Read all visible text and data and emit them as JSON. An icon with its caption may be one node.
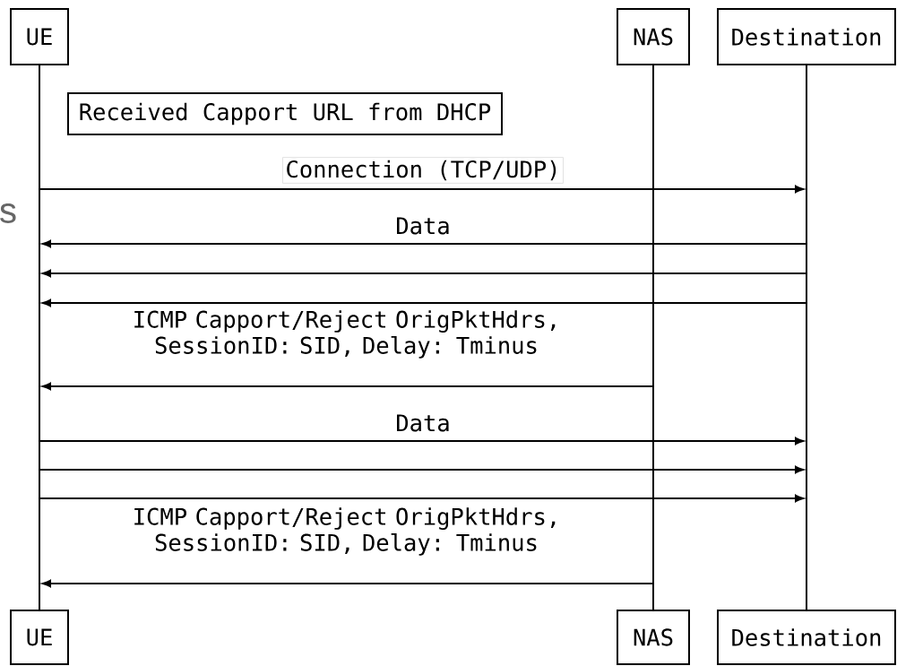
{
  "diagram": {
    "nodes": [
      {
        "text": [
          "UE"
        ]
      },
      {
        "text": [
          "NAS"
        ]
      },
      {
        "text": [
          "Destination"
        ]
      },
      {
        "text": [
          "Received Capport URL from DHCP"
        ]
      },
      {
        "text": [
          "UE"
        ]
      },
      {
        "text": [
          "NAS"
        ]
      },
      {
        "text": [
          "Destination"
        ]
      },
      {
        "text": [],
        "shape": "line"
      },
      {
        "text": [],
        "shape": "line"
      },
      {
        "text": [],
        "shape": "line"
      }
    ],
    "edges": [
      {
        "from": 7,
        "to": 9,
        "arrow": "to",
        "label": "Connection (TCP/UDP)"
      },
      {
        "from": 9,
        "to": 7,
        "arrow": "to",
        "label": "Data"
      },
      {
        "from": 9,
        "to": 7,
        "arrow": "to"
      },
      {
        "from": 9,
        "to": 7,
        "arrow": "to"
      },
      {
        "from": 8,
        "to": 7,
        "arrow": "to",
        "label": "ICMP Capport/Reject OrigPktHdrs, SessionID: SID, Delay: Tminus"
      },
      {
        "from": 7,
        "to": 9,
        "arrow": "to",
        "label": "Data"
      },
      {
        "from": 7,
        "to": 9,
        "arrow": "to"
      },
      {
        "from": 7,
        "to": 9,
        "arrow": "to"
      },
      {
        "from": 8,
        "to": 7,
        "arrow": "to",
        "label": "ICMP Capport/Reject OrigPktHdrs, SessionID: SID, Delay: Tminus"
      }
    ],
    "labels": [
      "s"
    ]
  }
}
